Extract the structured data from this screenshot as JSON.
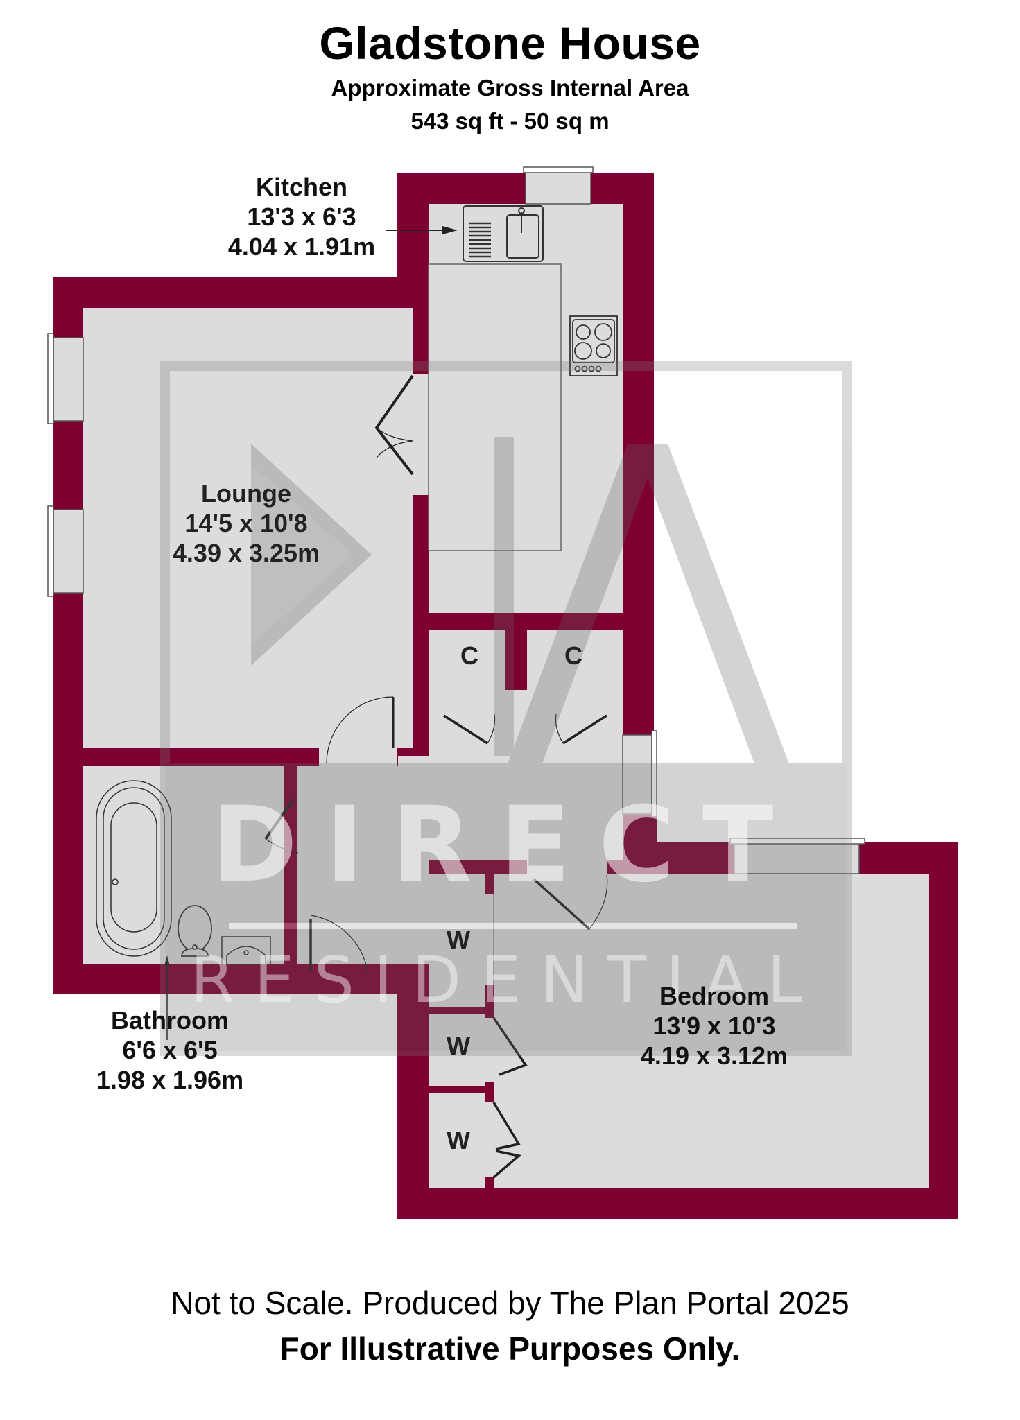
{
  "header": {
    "title": "Gladstone House",
    "area_label": "Approximate Gross Internal Area",
    "area_value": "543 sq ft - 50 sq m"
  },
  "rooms": {
    "kitchen": {
      "name": "Kitchen",
      "imperial": "13'3 x 6'3",
      "metric": "4.04 x 1.91m"
    },
    "lounge": {
      "name": "Lounge",
      "imperial": "14'5 x 10'8",
      "metric": "4.39 x 3.25m"
    },
    "bathroom": {
      "name": "Bathroom",
      "imperial": "6'6 x 6'5",
      "metric": "1.98 x 1.96m"
    },
    "bedroom": {
      "name": "Bedroom",
      "imperial": "13'9 x 10'3",
      "metric": "4.19 x 3.12m"
    }
  },
  "cupboards": [
    "C",
    "C"
  ],
  "wardrobes": [
    "W",
    "W",
    "W"
  ],
  "watermark": {
    "line1": "DIRECT",
    "line2": "RESIDENTIAL"
  },
  "footer": {
    "disclaimer": "Not to Scale. Produced by The Plan Portal 2025",
    "note": "For Illustrative Purposes Only."
  },
  "colors": {
    "wall": "#7e0030",
    "floor": "#dcdcdc",
    "watermark": "#9a9a9a"
  }
}
